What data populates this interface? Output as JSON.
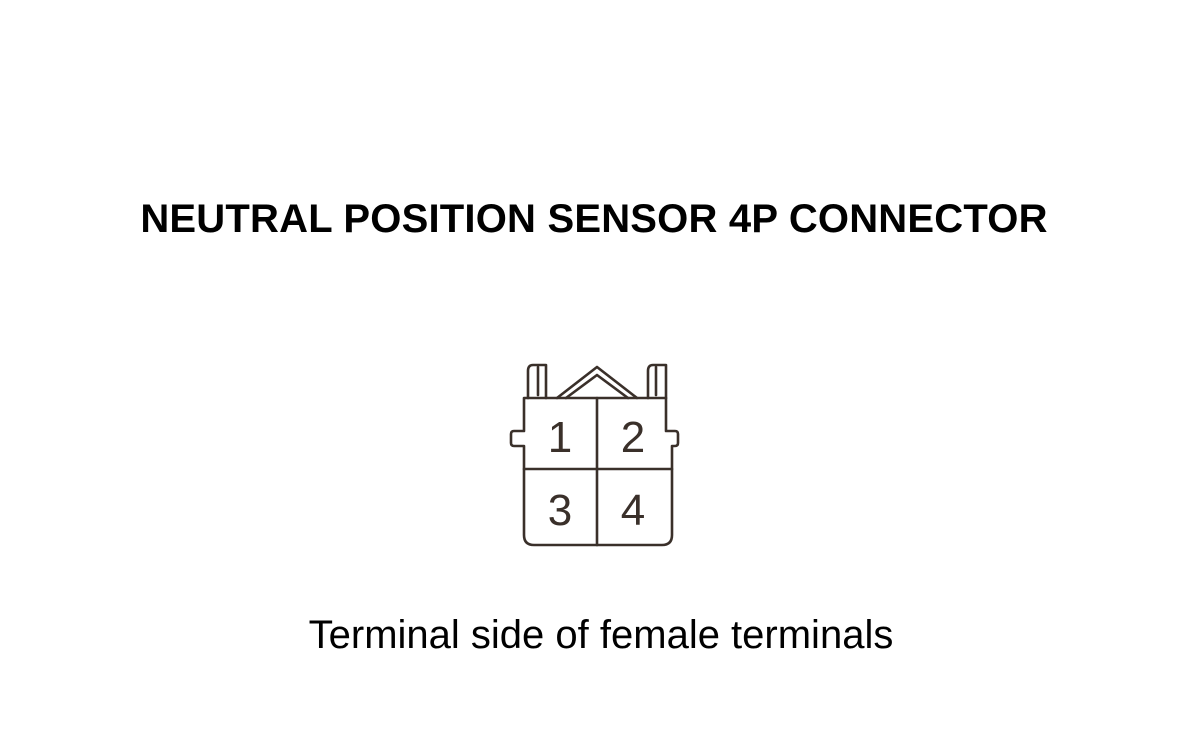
{
  "diagram": {
    "title": "NEUTRAL POSITION SENSOR 4P CONNECTOR",
    "caption": "Terminal side of female terminals",
    "connector": {
      "terminals": [
        "1",
        "2",
        "3",
        "4"
      ],
      "outline_color": "#3a302a"
    }
  }
}
